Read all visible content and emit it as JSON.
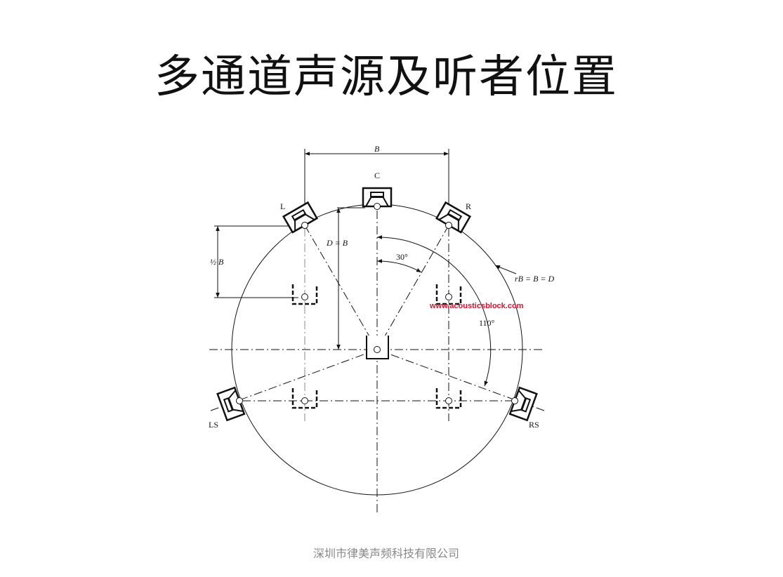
{
  "title": "多通道声源及听者位置",
  "footer": "深圳市律美声频科技有限公司",
  "diagram": {
    "labels": {
      "L": "L",
      "C": "C",
      "R": "R",
      "LS": "LS",
      "RS": "RS",
      "B": "B",
      "D_eq_B": "D = B",
      "half_B": "½ B",
      "angle_30": "30°",
      "angle_110": "110°",
      "radius": "rB = B = D"
    },
    "watermark": "www.acousticsblock.com",
    "colors": {
      "line": "#111111",
      "watermark": "#e0102a",
      "footer": "#888888"
    }
  }
}
